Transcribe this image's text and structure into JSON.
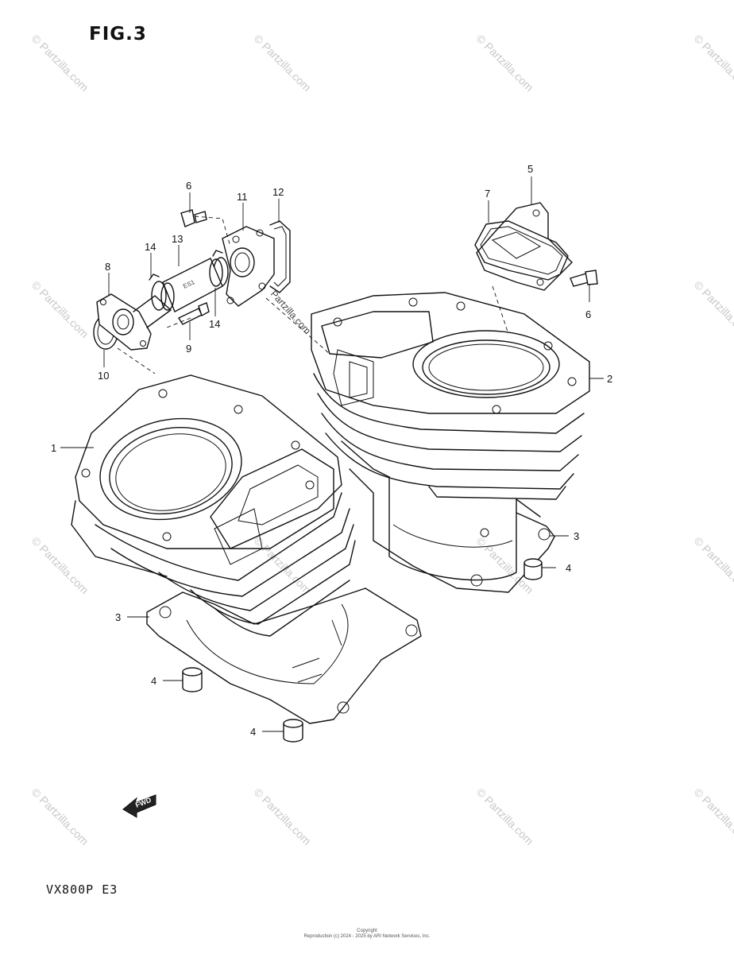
{
  "figure_title": "FIG.3",
  "model_code": "VX800P  E3",
  "fwd_label": "FWD",
  "copyright_lines": [
    "Copyright",
    "Reproduction (c) 2024 - 2025 by ARI Network Services, Inc."
  ],
  "watermark_text": "© Partzilla.com",
  "diagram_watermark": "Partzilla.com",
  "callouts": [
    {
      "id": "c1",
      "label": "1"
    },
    {
      "id": "c2",
      "label": "2"
    },
    {
      "id": "c3a",
      "label": "3"
    },
    {
      "id": "c3b",
      "label": "3"
    },
    {
      "id": "c4a",
      "label": "4"
    },
    {
      "id": "c4b",
      "label": "4"
    },
    {
      "id": "c4c",
      "label": "4"
    },
    {
      "id": "c5",
      "label": "5"
    },
    {
      "id": "c6a",
      "label": "6"
    },
    {
      "id": "c6b",
      "label": "6"
    },
    {
      "id": "c7",
      "label": "7"
    },
    {
      "id": "c8",
      "label": "8"
    },
    {
      "id": "c9",
      "label": "9"
    },
    {
      "id": "c10",
      "label": "10"
    },
    {
      "id": "c11",
      "label": "11"
    },
    {
      "id": "c12",
      "label": "12"
    },
    {
      "id": "c13",
      "label": "13"
    },
    {
      "id": "c14a",
      "label": "14"
    },
    {
      "id": "c14b",
      "label": "14"
    }
  ]
}
